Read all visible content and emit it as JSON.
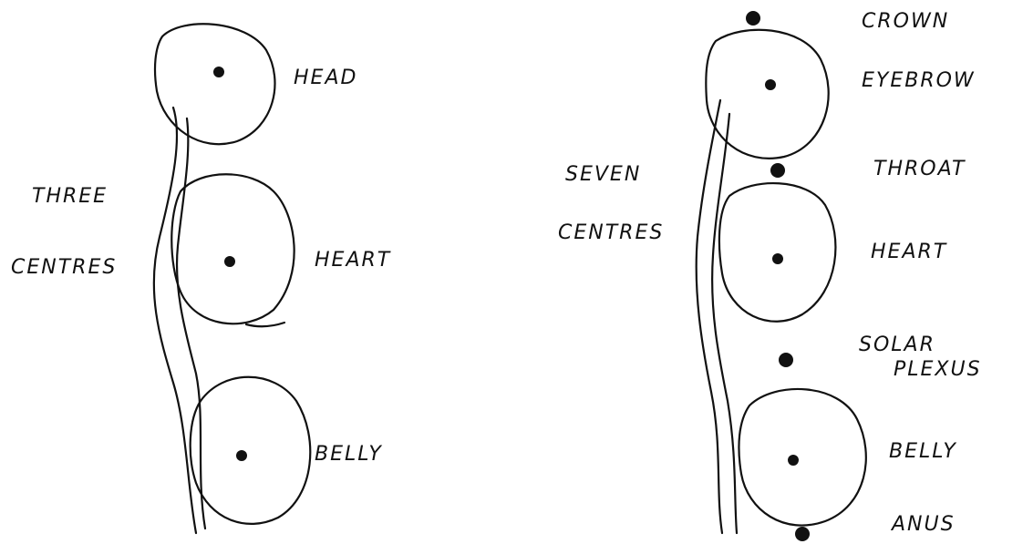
{
  "left_diagram": {
    "title_line1": "THREE",
    "title_line2": "CENTRES",
    "centres": [
      "HEAD",
      "HEART",
      "BELLY"
    ]
  },
  "right_diagram": {
    "title_line1": "SEVEN",
    "title_line2": "CENTRES",
    "centres": [
      "CROWN",
      "EYEBROW",
      "THROAT",
      "HEART",
      "SOLAR",
      "PLEXUS",
      "BELLY",
      "ANUS"
    ]
  },
  "colors": {
    "ink": "#111111",
    "paper": "#ffffff"
  }
}
